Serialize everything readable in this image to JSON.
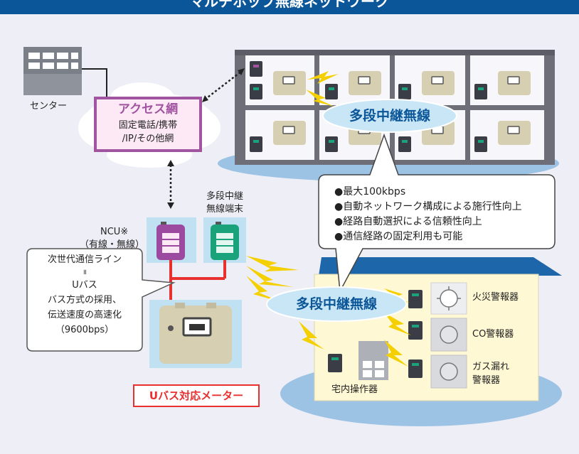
{
  "header": {
    "title": "マルチホップ無線ネットワーク"
  },
  "center": {
    "label": "センター"
  },
  "access_network": {
    "title": "アクセス網",
    "line1": "固定電話/携帯",
    "line2": "/IP/その他網"
  },
  "ncu": {
    "label": "NCU※",
    "sublabel": "（有線・無線）"
  },
  "multihop_terminal": {
    "line1": "多段中継",
    "line2": "無線端末"
  },
  "relay_label_top": "多段中継無線",
  "relay_label_bottom": "多段中継無線",
  "features": [
    "●最大100kbps",
    "●自動ネットワーク構成による施行性向上",
    "●経路自動選択による信頼性向上",
    "●通信経路の固定利用も可能"
  ],
  "next_gen_callout": [
    "次世代通信ライン",
    "॥",
    "Uバス",
    "バス方式の採用、",
    "伝送速度の高速化",
    "（9600bps）"
  ],
  "ubus_meter_label": "Uバス対応メーター",
  "devices": {
    "fire_alarm": "火災警報器",
    "co_alarm": "CO警報器",
    "gas_alarm_line1": "ガス漏れ",
    "gas_alarm_line2": "警報器",
    "indoor_panel": "宅内操作器"
  },
  "colors": {
    "header": "#0b5698",
    "access_purple": "#a155a0",
    "ncu_purple": "#9b4aa0",
    "terminal_green": "#1aa27a",
    "relay_text": "#0b5698",
    "meter_red": "#e8302e"
  }
}
